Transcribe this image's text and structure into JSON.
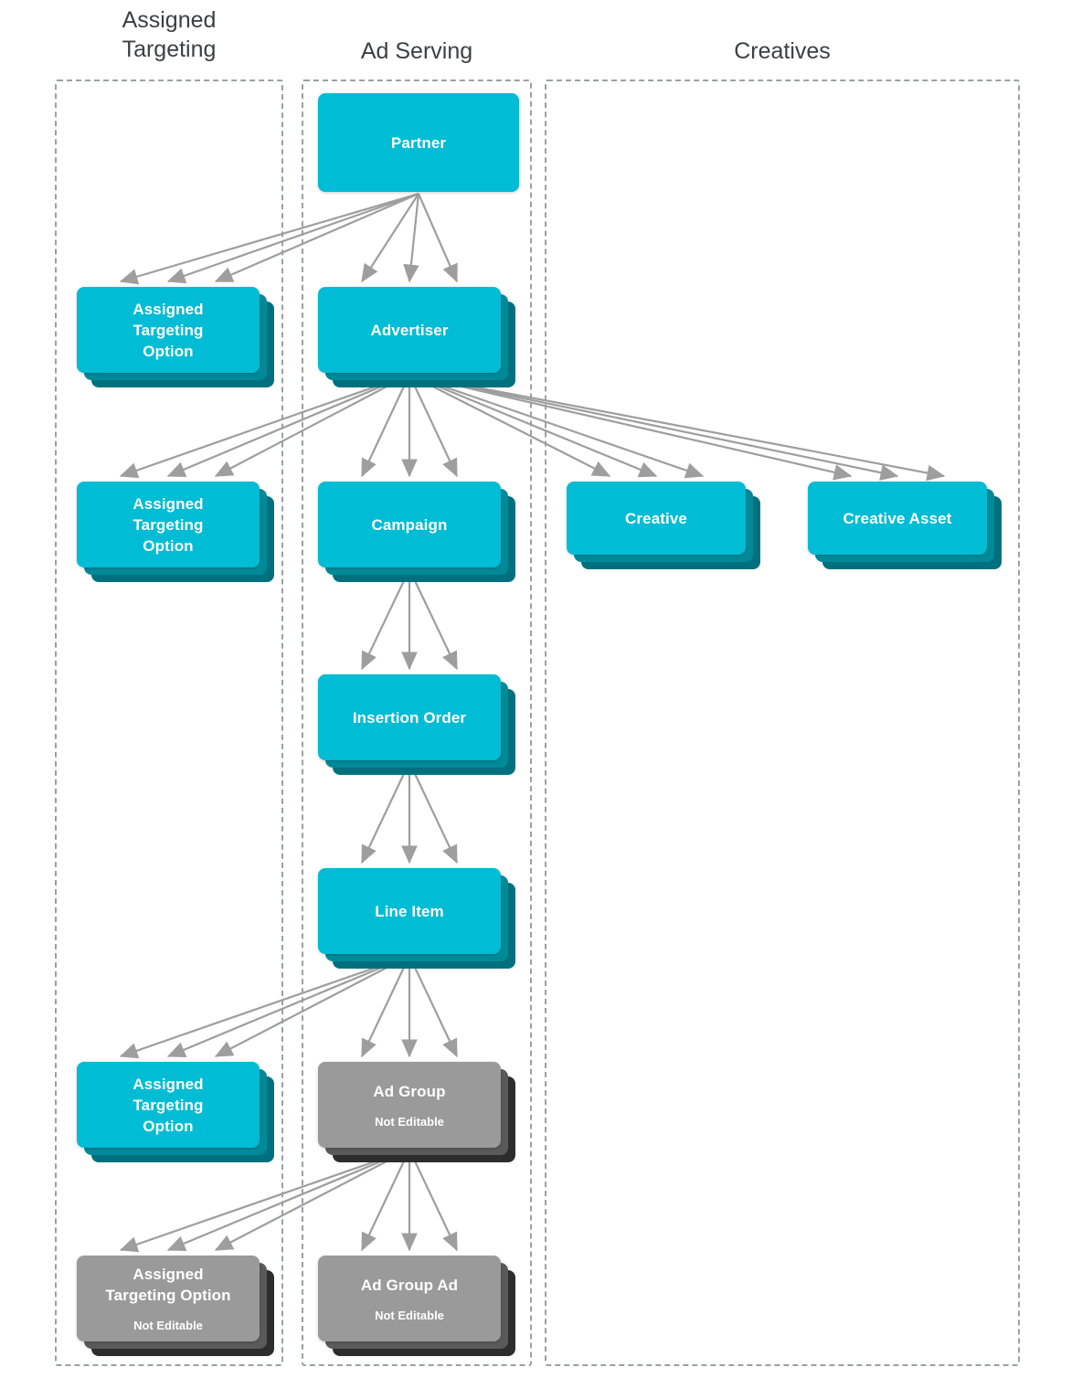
{
  "diagram": {
    "title_hidden": "",
    "colors": {
      "teal_front": "#00bcd4",
      "teal_mid": "#008a99",
      "teal_back": "#00707e",
      "gray_front": "#9a9a9a",
      "gray_mid": "#5a5a5a",
      "gray_back": "#2d2d2d",
      "lane_border": "#9aa0a6",
      "arrow": "#9e9e9e",
      "header_text": "#3c4043",
      "node_text": "#ffffff",
      "background": "#ffffff"
    },
    "columns": [
      {
        "id": "assigned-targeting",
        "label": "Assigned\nTargeting"
      },
      {
        "id": "ad-serving",
        "label": "Ad Serving"
      },
      {
        "id": "creatives",
        "label": "Creatives"
      }
    ],
    "nodes": [
      {
        "id": "partner",
        "title": "Partner",
        "subtitle": "",
        "style": "teal",
        "column": "ad-serving",
        "stacked": false
      },
      {
        "id": "ato-partner",
        "title": "Assigned\nTargeting\nOption",
        "subtitle": "",
        "style": "teal",
        "column": "assigned-targeting",
        "stacked": true
      },
      {
        "id": "advertiser",
        "title": "Advertiser",
        "subtitle": "",
        "style": "teal",
        "column": "ad-serving",
        "stacked": true
      },
      {
        "id": "ato-advertiser",
        "title": "Assigned\nTargeting\nOption",
        "subtitle": "",
        "style": "teal",
        "column": "assigned-targeting",
        "stacked": true
      },
      {
        "id": "campaign",
        "title": "Campaign",
        "subtitle": "",
        "style": "teal",
        "column": "ad-serving",
        "stacked": true
      },
      {
        "id": "creative",
        "title": "Creative",
        "subtitle": "",
        "style": "teal",
        "column": "creatives",
        "stacked": true
      },
      {
        "id": "creative-asset",
        "title": "Creative Asset",
        "subtitle": "",
        "style": "teal",
        "column": "creatives",
        "stacked": true
      },
      {
        "id": "insertion-order",
        "title": "Insertion Order",
        "subtitle": "",
        "style": "teal",
        "column": "ad-serving",
        "stacked": true
      },
      {
        "id": "line-item",
        "title": "Line Item",
        "subtitle": "",
        "style": "teal",
        "column": "ad-serving",
        "stacked": true
      },
      {
        "id": "ato-line-item",
        "title": "Assigned\nTargeting\nOption",
        "subtitle": "",
        "style": "teal",
        "column": "assigned-targeting",
        "stacked": true
      },
      {
        "id": "ad-group",
        "title": "Ad Group",
        "subtitle": "Not Editable",
        "style": "gray",
        "column": "ad-serving",
        "stacked": true
      },
      {
        "id": "ato-ad-group",
        "title": "Assigned\nTargeting Option",
        "subtitle": "Not Editable",
        "style": "gray",
        "column": "assigned-targeting",
        "stacked": true
      },
      {
        "id": "ad-group-ad",
        "title": "Ad Group Ad",
        "subtitle": "Not Editable",
        "style": "gray",
        "column": "ad-serving",
        "stacked": true
      }
    ],
    "edges": [
      {
        "from": "partner",
        "to": "ato-partner",
        "multiplicity": 3
      },
      {
        "from": "partner",
        "to": "advertiser",
        "multiplicity": 3
      },
      {
        "from": "advertiser",
        "to": "ato-advertiser",
        "multiplicity": 3
      },
      {
        "from": "advertiser",
        "to": "campaign",
        "multiplicity": 3
      },
      {
        "from": "advertiser",
        "to": "creative",
        "multiplicity": 3
      },
      {
        "from": "advertiser",
        "to": "creative-asset",
        "multiplicity": 3
      },
      {
        "from": "campaign",
        "to": "insertion-order",
        "multiplicity": 3
      },
      {
        "from": "insertion-order",
        "to": "line-item",
        "multiplicity": 3
      },
      {
        "from": "line-item",
        "to": "ato-line-item",
        "multiplicity": 3
      },
      {
        "from": "line-item",
        "to": "ad-group",
        "multiplicity": 3
      },
      {
        "from": "ad-group",
        "to": "ato-ad-group",
        "multiplicity": 3
      },
      {
        "from": "ad-group",
        "to": "ad-group-ad",
        "multiplicity": 3
      }
    ]
  }
}
